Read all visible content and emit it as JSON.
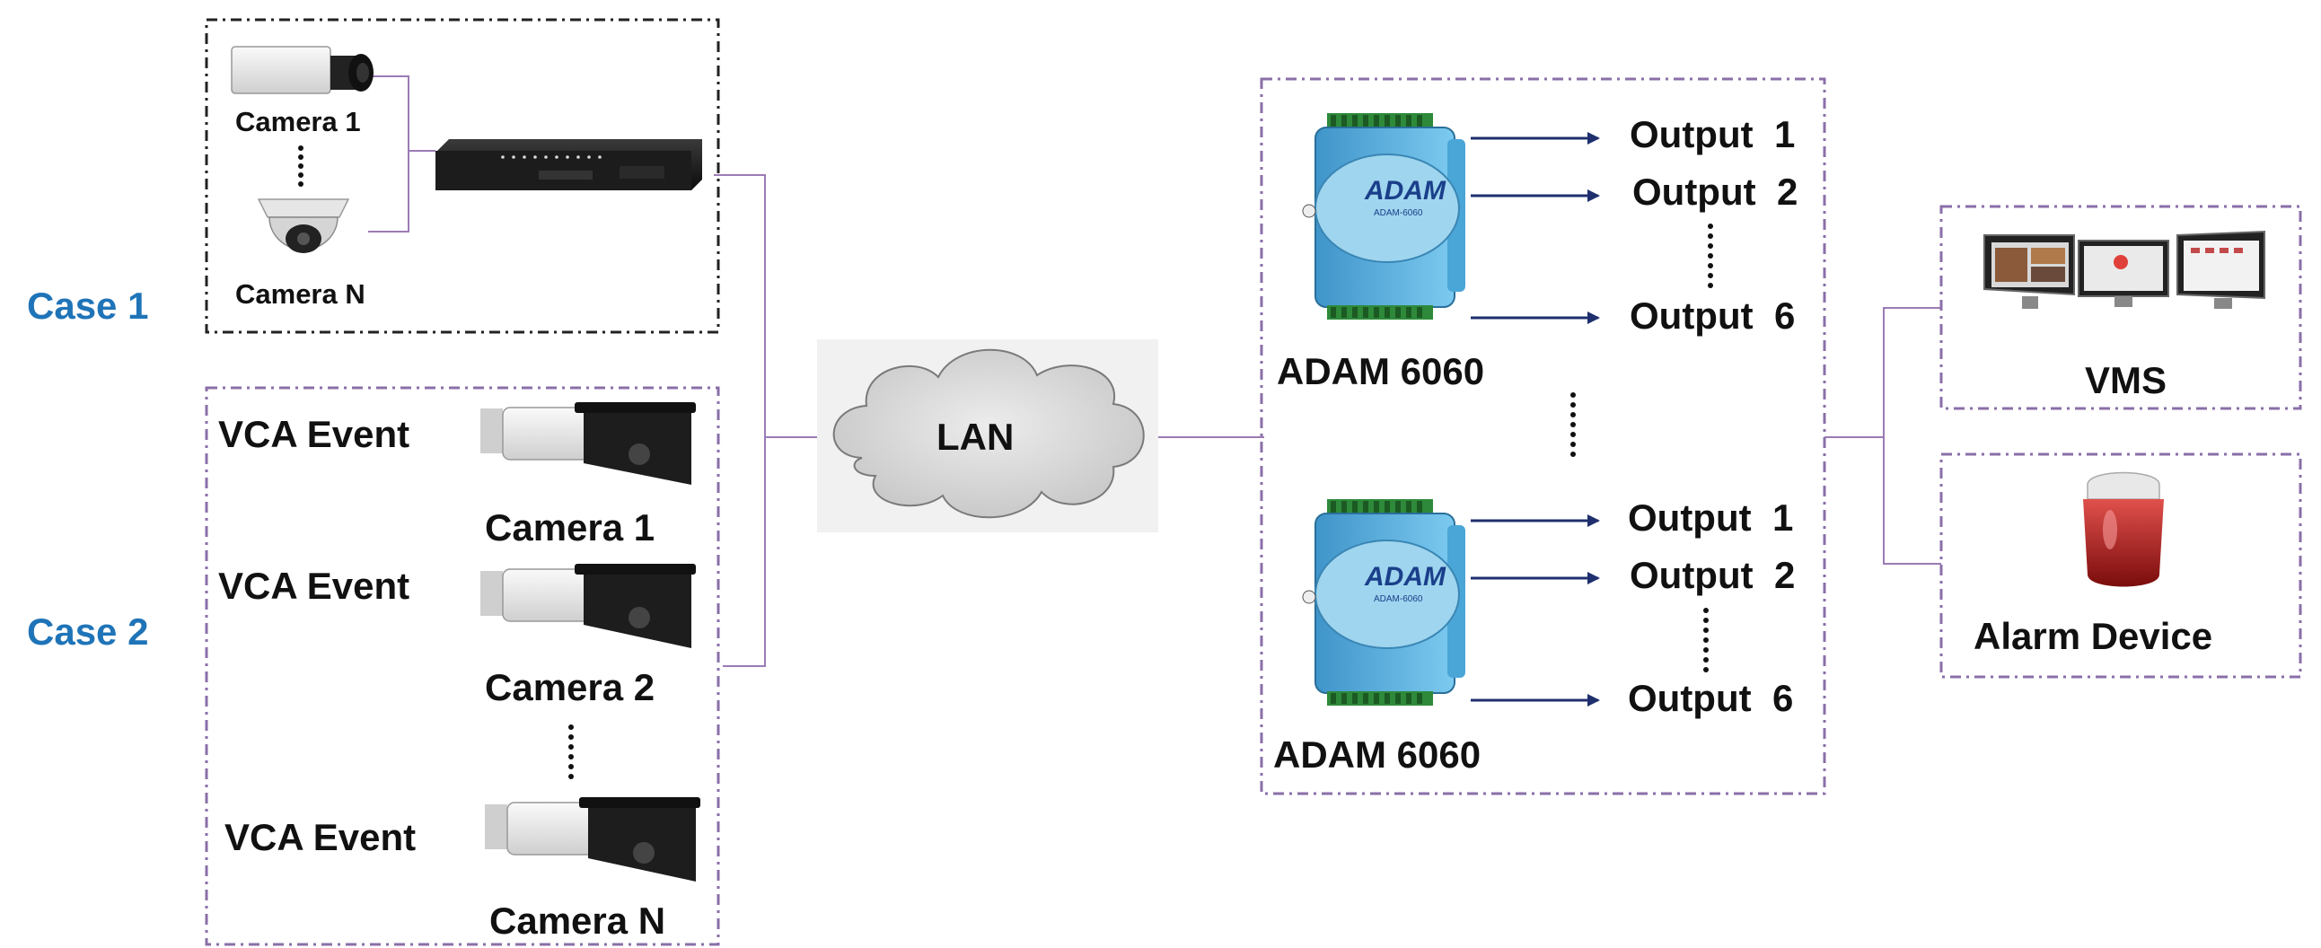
{
  "case1": {
    "label": "Case 1",
    "camera_top": "Camera 1",
    "camera_bottom": "Camera N"
  },
  "case2": {
    "label": "Case 2",
    "rows": [
      {
        "event": "VCA Event",
        "camera": "Camera 1"
      },
      {
        "event": "VCA Event",
        "camera": "Camera 2"
      },
      {
        "event": "VCA Event",
        "camera": "Camera N"
      }
    ]
  },
  "network": {
    "label": "LAN"
  },
  "modules": [
    {
      "name": "ADAM 6060",
      "outputs": [
        "Output  1",
        "Output  2",
        "Output  6"
      ]
    },
    {
      "name": "ADAM 6060",
      "outputs": [
        "Output  1",
        "Output  2",
        "Output  6"
      ]
    }
  ],
  "module_brand": "ADAM",
  "module_model": "ADAM-6060",
  "destinations": {
    "vms": "VMS",
    "alarm": "Alarm Device"
  },
  "colors": {
    "case_label": "#1f74b8",
    "connector": "#9b7bb5",
    "arrow": "#1f2f6e",
    "module_body": "#5fb6e0",
    "cloud": "#d9d9d9"
  }
}
